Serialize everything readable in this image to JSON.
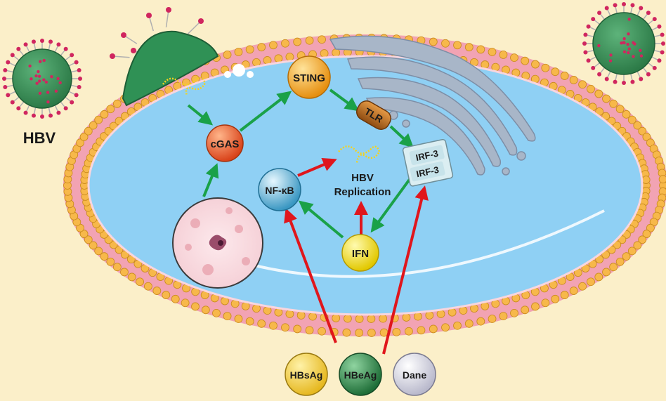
{
  "labels": {
    "hbv": "HBV",
    "cgas": "cGAS",
    "sting": "STING",
    "tlr": "TLR",
    "irf3_a": "IRF-3",
    "irf3_b": "IRF-3",
    "nfkb": "NF-κB",
    "hbv_replication_line1": "HBV",
    "hbv_replication_line2": "Replication",
    "ifn": "IFN",
    "hbsag": "HBsAg",
    "hbeag": "HBeAg",
    "dane": "Dane"
  },
  "colors": {
    "background": "#fbefc9",
    "cytoplasm": "#8fd0f4",
    "membrane_head": "#f7b84a",
    "membrane_tail": "#f2a3b3",
    "activation_arrow": "#1aa148",
    "inhibition_arrow": "#e0161c",
    "virion": "#2e8b57",
    "spike": "#d0265f",
    "cgas": "#e8531f",
    "sting": "#f3a21a",
    "tlr": "#b96a20",
    "nfkb": "#3fa0c8",
    "ifn": "#f2e21a",
    "hbsag": "#f6d23a",
    "hbeag": "#2f8a4a",
    "dane": "#d8d8e4"
  }
}
